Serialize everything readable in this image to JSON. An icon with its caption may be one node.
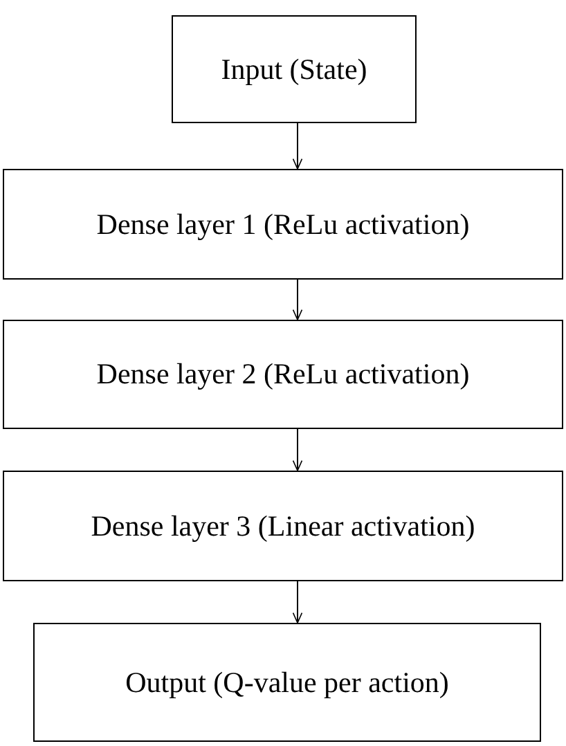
{
  "diagram": {
    "nodes": [
      {
        "text": [
          "Input (State)"
        ]
      },
      {
        "text": [
          "Dense layer 1 (ReLu activation)"
        ]
      },
      {
        "text": [
          "Dense layer 2 (ReLu activation)"
        ]
      },
      {
        "text": [
          "Dense layer 3 (Linear activation)"
        ]
      },
      {
        "text": [
          "Output (Q-value per action)"
        ]
      }
    ],
    "edges": [
      {
        "from": 0,
        "to": 1,
        "arrow": "to"
      },
      {
        "from": 1,
        "to": 2,
        "arrow": "to"
      },
      {
        "from": 2,
        "to": 3,
        "arrow": "to"
      },
      {
        "from": 3,
        "to": 4,
        "arrow": "to"
      }
    ]
  }
}
